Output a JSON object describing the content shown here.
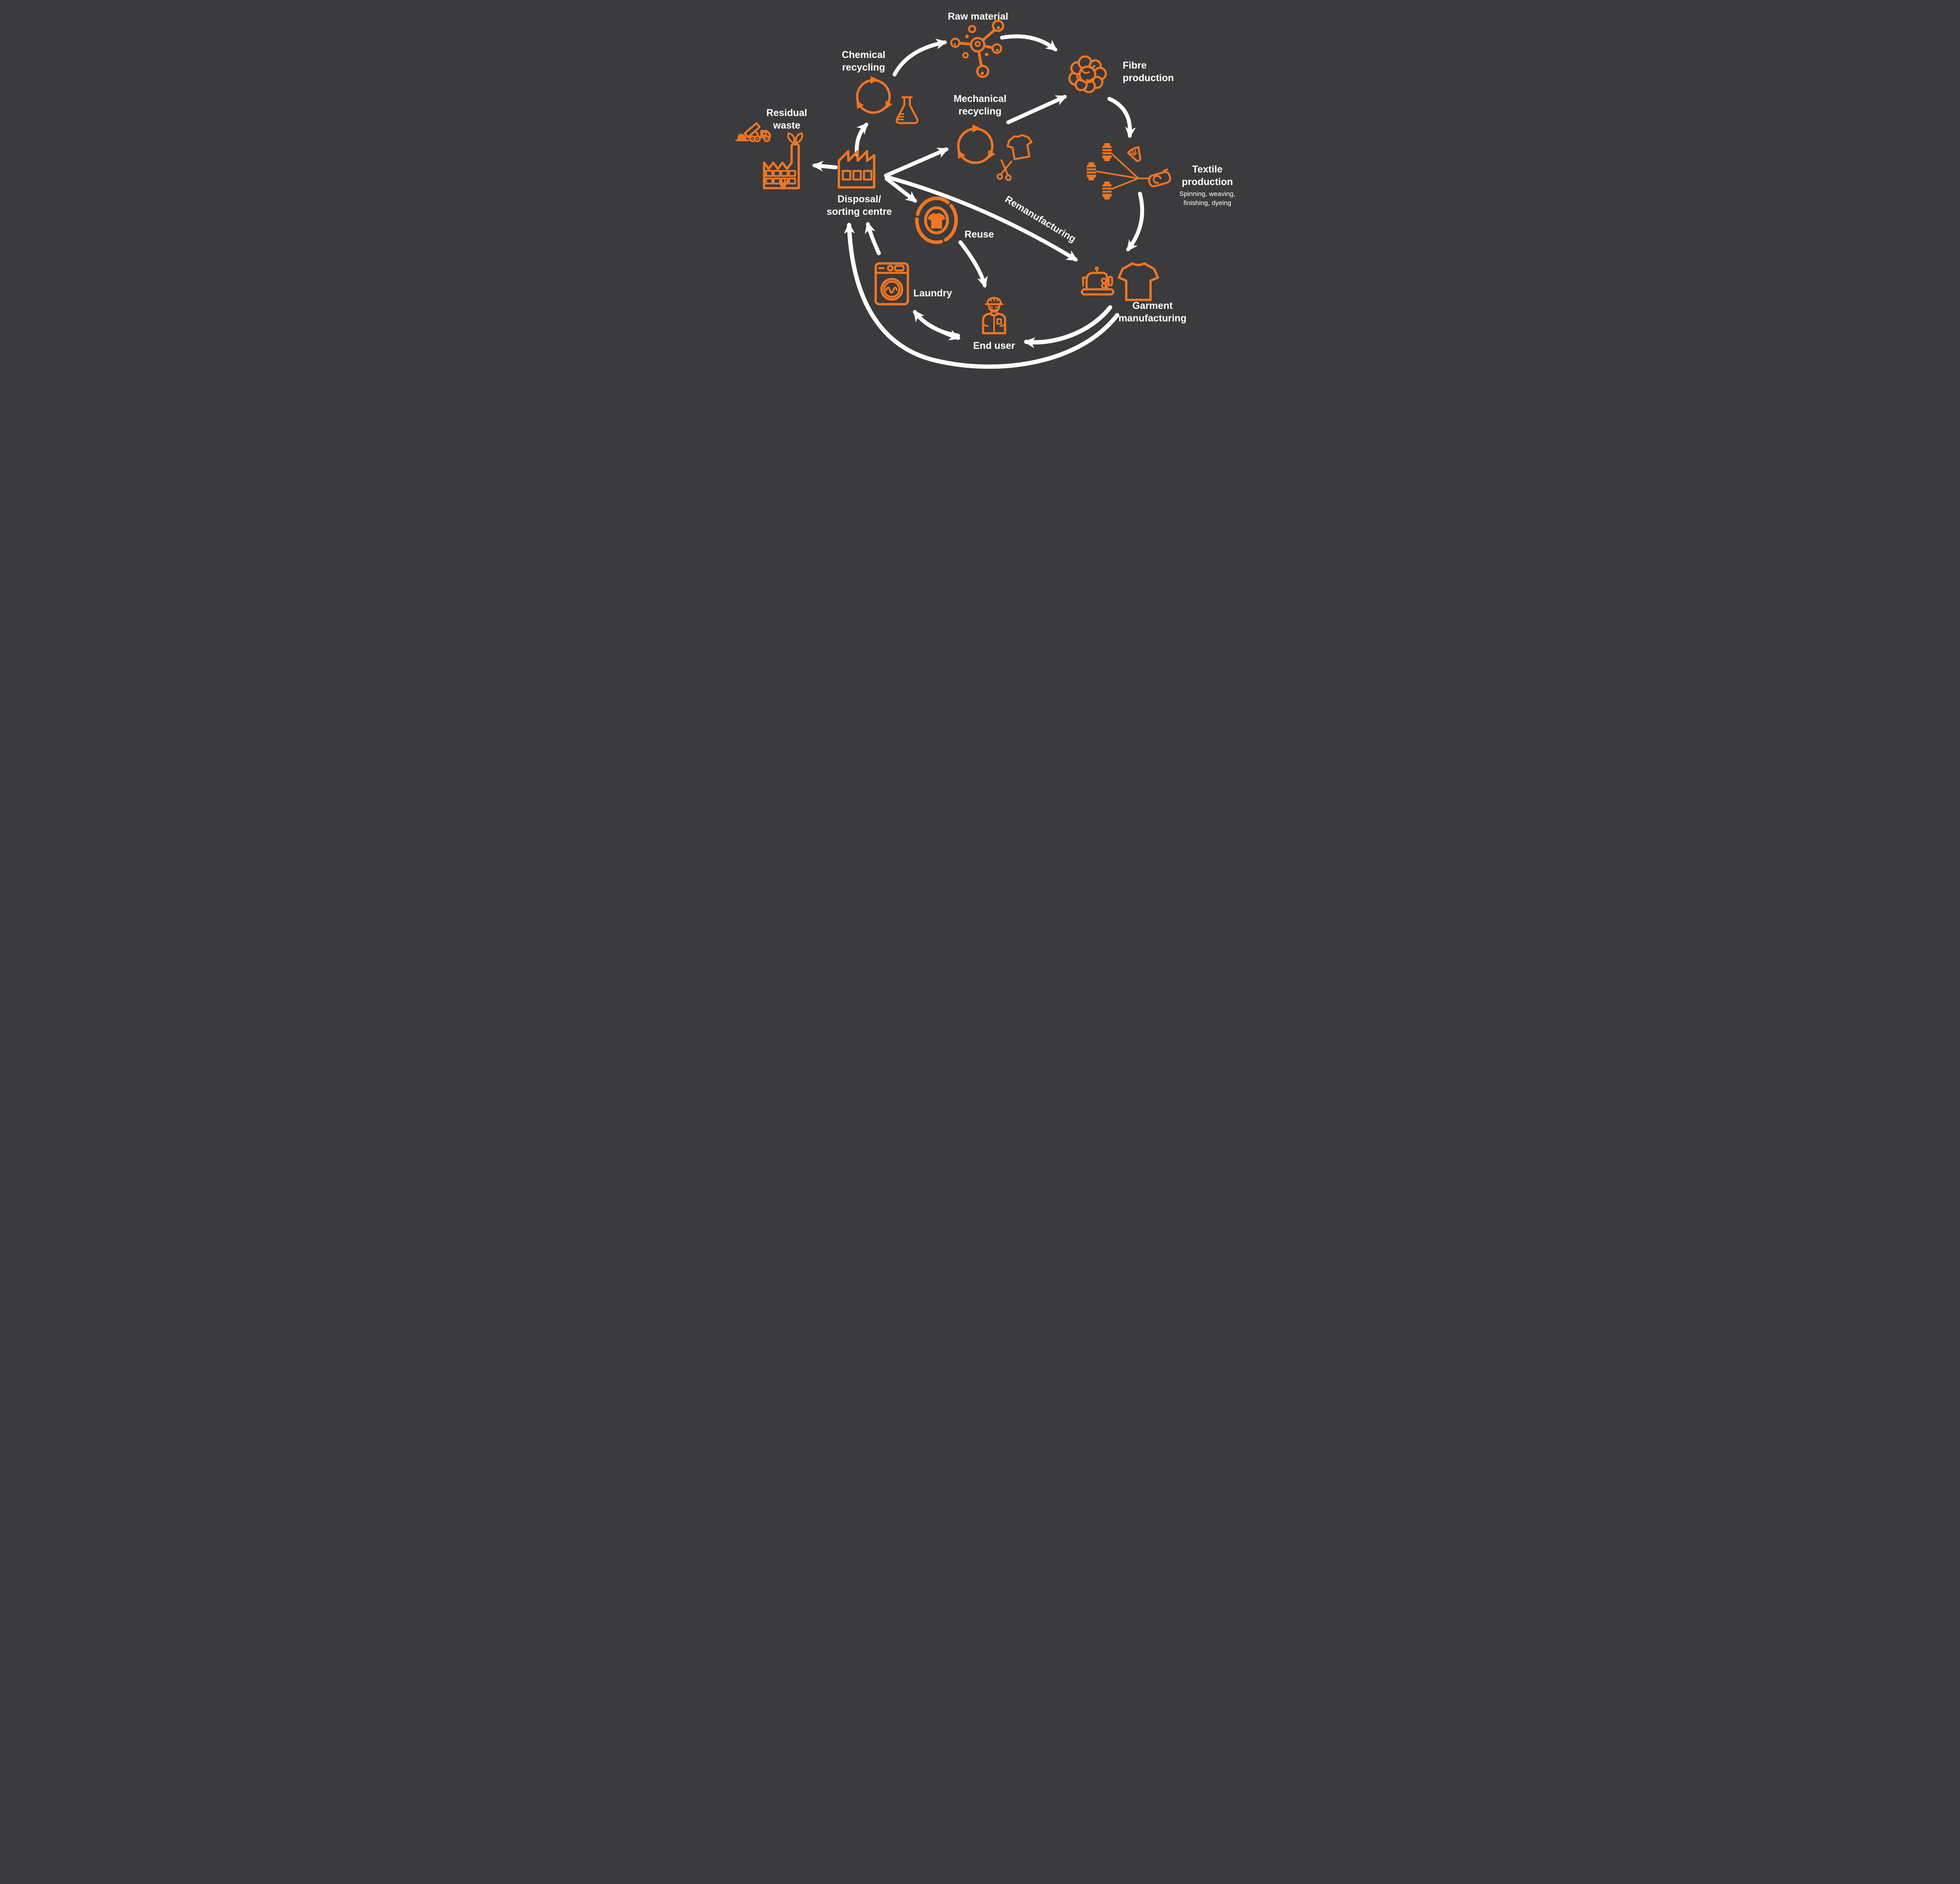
{
  "colors": {
    "background": "#3b3a3c",
    "accent": "#ee7623",
    "text": "#ffffff"
  },
  "nodes": {
    "raw_material": {
      "label": "Raw material"
    },
    "chemical_recycling": {
      "line1": "Chemical",
      "line2": "recycling"
    },
    "fibre_production": {
      "line1": "Fibre",
      "line2": "production"
    },
    "mechanical_recycling": {
      "line1": "Mechanical",
      "line2": "recycling"
    },
    "residual_waste": {
      "line1": "Residual",
      "line2": "waste"
    },
    "disposal_sorting_centre": {
      "line1": "Disposal/",
      "line2": "sorting centre"
    },
    "textile_production": {
      "line1": "Textile",
      "line2": "production",
      "subline1": "Spinning, weaving,",
      "subline2": "finishing, dyeing"
    },
    "reuse": {
      "label": "Reuse"
    },
    "garment_manufacturing": {
      "line1": "Garment",
      "line2": "manufacturing"
    },
    "laundry": {
      "label": "Laundry"
    },
    "end_user": {
      "label": "End user"
    }
  },
  "flows": {
    "remanufacturing": {
      "label": "Remanufacturing"
    }
  }
}
